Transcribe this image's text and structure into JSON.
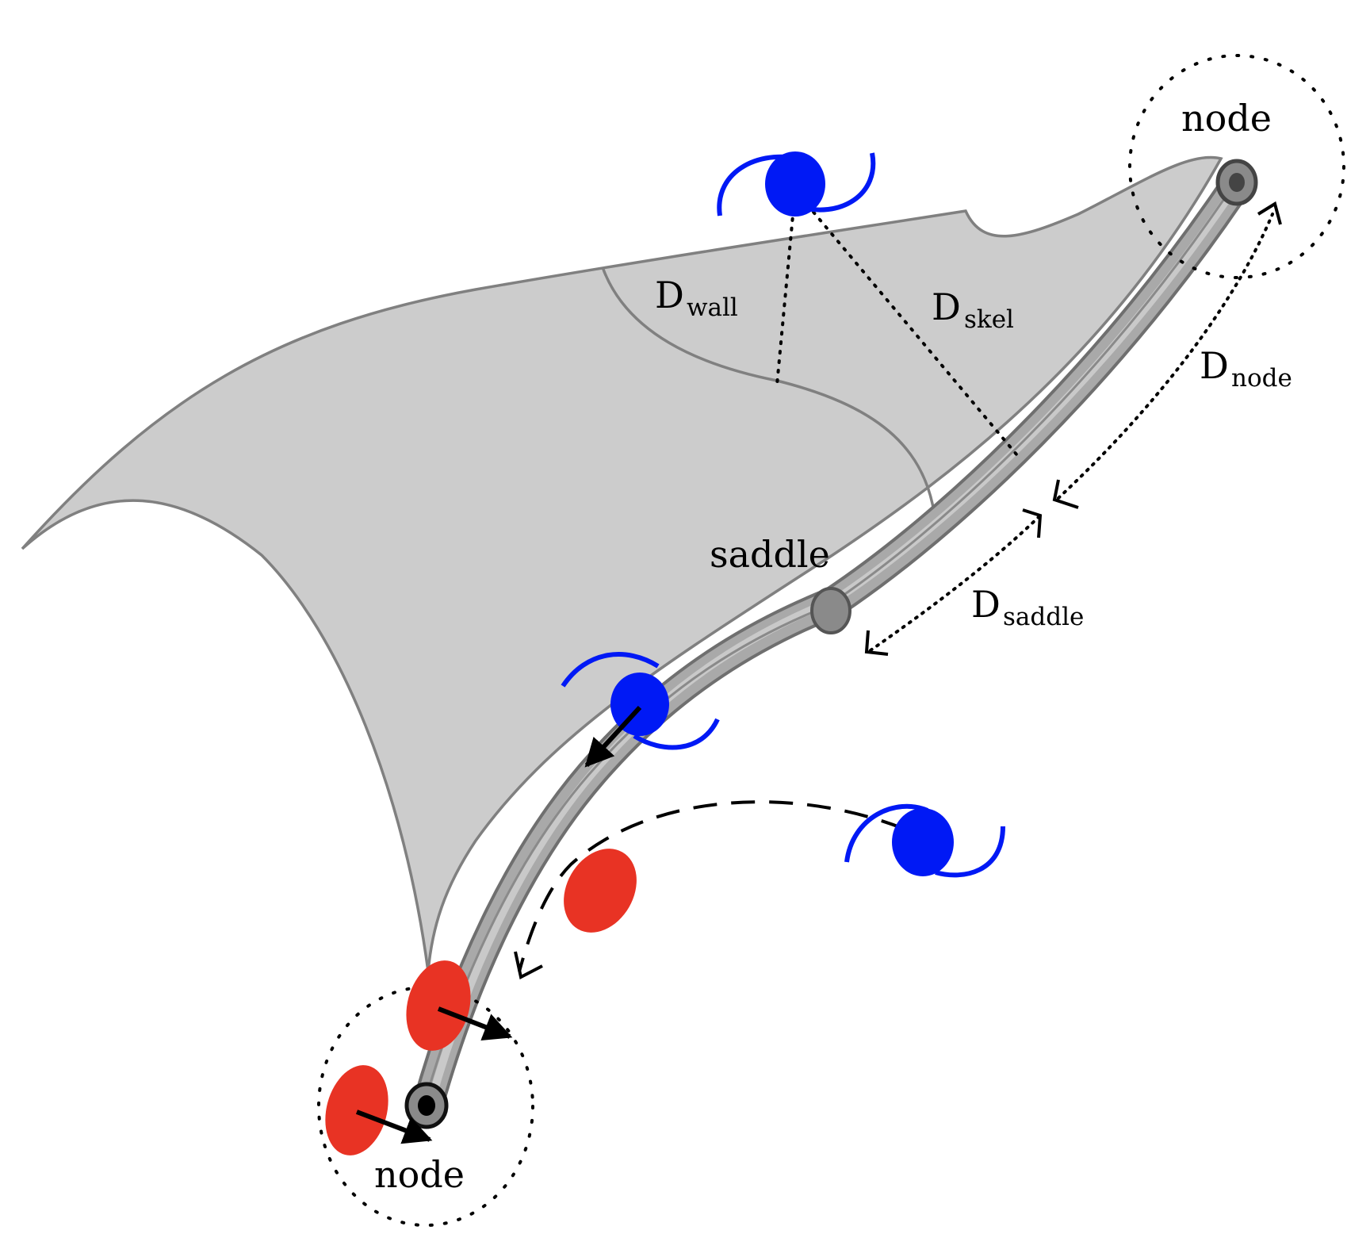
{
  "labels": {
    "node_top": "node",
    "node_bottom": "node",
    "saddle": "saddle",
    "d_wall": {
      "main": "D",
      "sub": "wall"
    },
    "d_skel": {
      "main": "D",
      "sub": "skel"
    },
    "d_node": {
      "main": "D",
      "sub": "node"
    },
    "d_saddle": {
      "main": "D",
      "sub": "saddle"
    }
  },
  "colors": {
    "wall": "#cccccc",
    "wall_outline": "#808080",
    "filament": "#9a9a9a",
    "galaxy_blue": "#0019f5",
    "galaxy_red": "#e83324",
    "ink": "#000000"
  },
  "icons": {
    "spiral_galaxy": "blue-spiral-galaxy-icon",
    "elliptical_galaxy": "red-elliptical-galaxy-icon"
  }
}
